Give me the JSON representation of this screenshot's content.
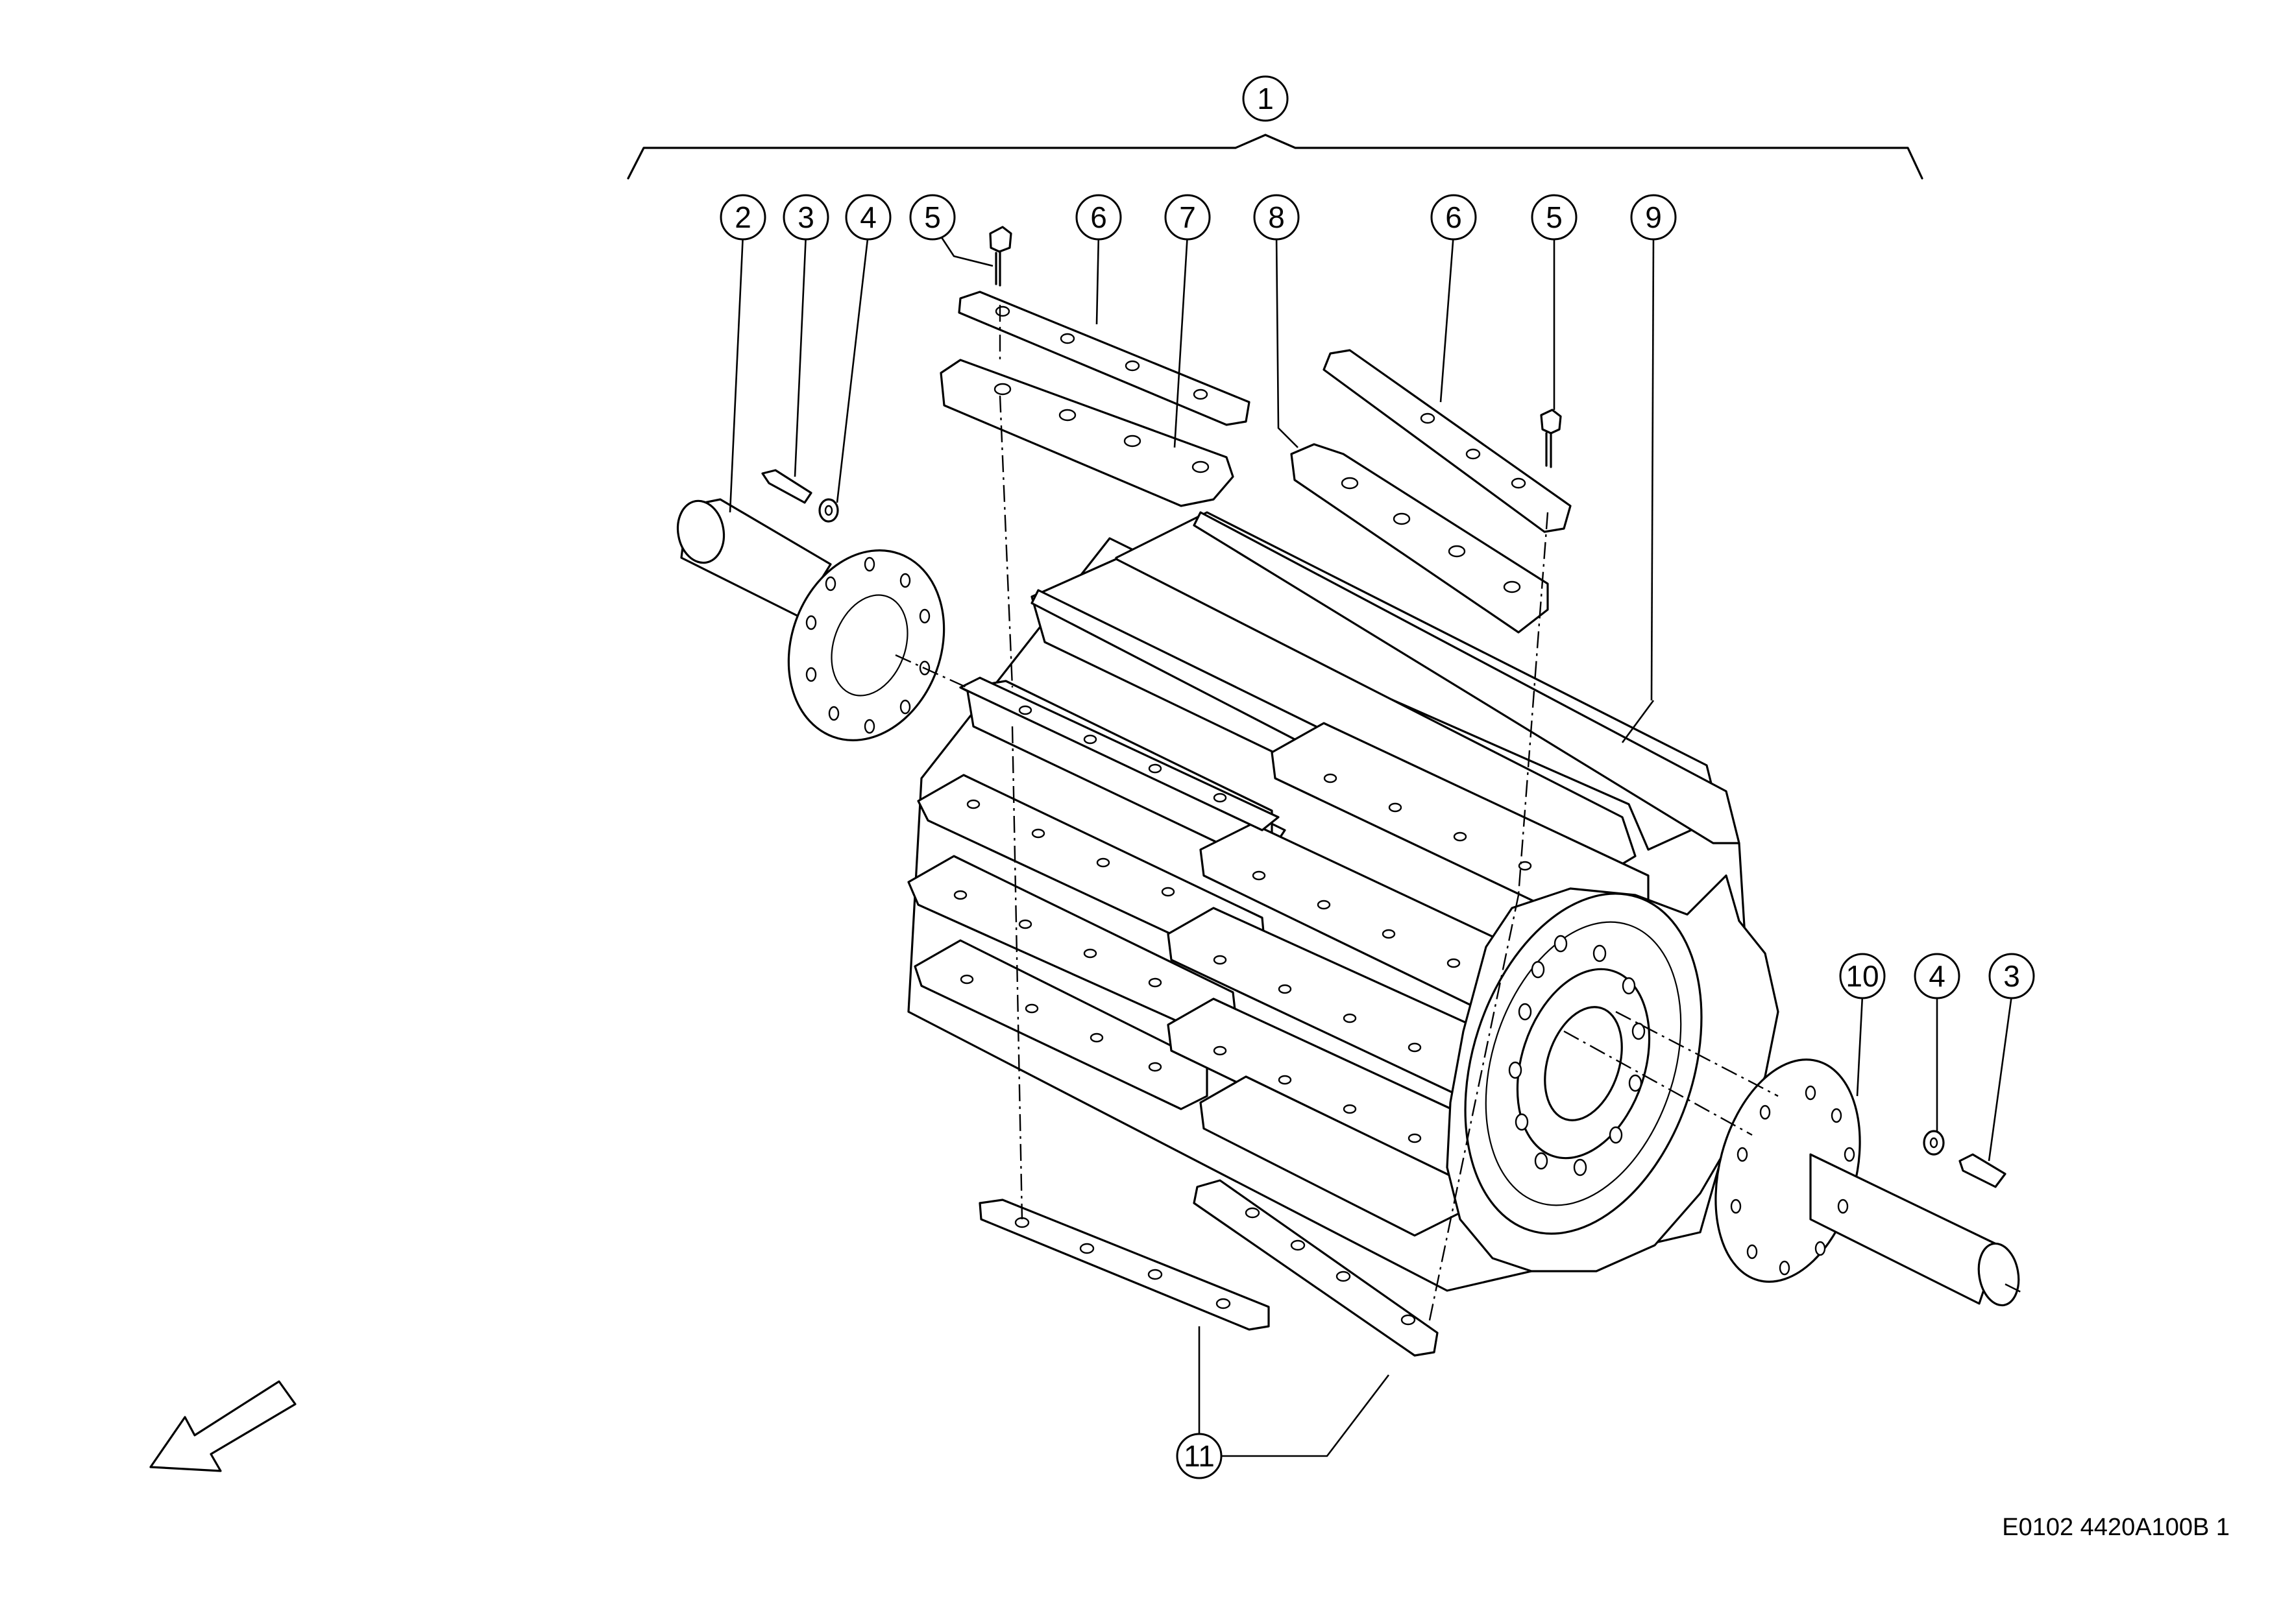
{
  "callouts": [
    {
      "id": "c1",
      "label": "1",
      "highlight": false
    },
    {
      "id": "c2",
      "label": "2",
      "highlight": false
    },
    {
      "id": "c3a",
      "label": "3",
      "highlight": false
    },
    {
      "id": "c4a",
      "label": "4",
      "highlight": false
    },
    {
      "id": "c5a",
      "label": "5",
      "highlight": false
    },
    {
      "id": "c6a",
      "label": "6",
      "highlight": false
    },
    {
      "id": "c7",
      "label": "7",
      "highlight": false
    },
    {
      "id": "c8",
      "label": "8",
      "highlight": false
    },
    {
      "id": "c6b",
      "label": "6",
      "highlight": false
    },
    {
      "id": "c5b",
      "label": "5",
      "highlight": false
    },
    {
      "id": "c9",
      "label": "9",
      "highlight": false
    },
    {
      "id": "c10",
      "label": "10",
      "highlight": false
    },
    {
      "id": "c4b",
      "label": "4",
      "highlight": false
    },
    {
      "id": "c3b",
      "label": "3",
      "highlight": false
    },
    {
      "id": "c11",
      "label": "11",
      "highlight": true
    }
  ],
  "highlight_color": "#a6e22e",
  "document_reference": "E0102 4420A100B 1",
  "direction_arrow_icon": "direction-arrow-icon"
}
